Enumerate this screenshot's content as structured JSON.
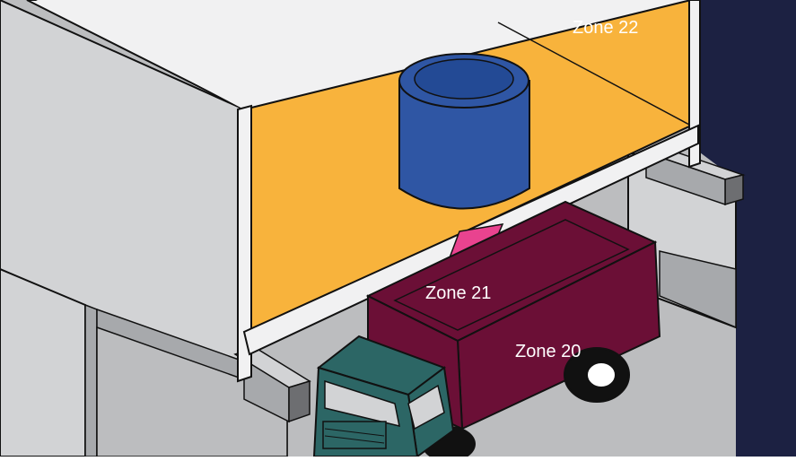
{
  "zones": {
    "zone22": "Zone 22",
    "zone21": "Zone 21",
    "zone20": "Zone 20"
  },
  "colors": {
    "background_night": "#1c2142",
    "floor": "#bcbdbf",
    "wall_light": "#d2d3d5",
    "wall_mid": "#a7a9ac",
    "beam_top": "#f1f1f2",
    "zone22_fill": "#f8b33c",
    "silo": "#2f56a4",
    "silo_inner": "#234a95",
    "discharge": "#e9438f",
    "truck_bed": "#6b0f36",
    "truck_cab": "#2c6665",
    "outline": "#111111"
  }
}
